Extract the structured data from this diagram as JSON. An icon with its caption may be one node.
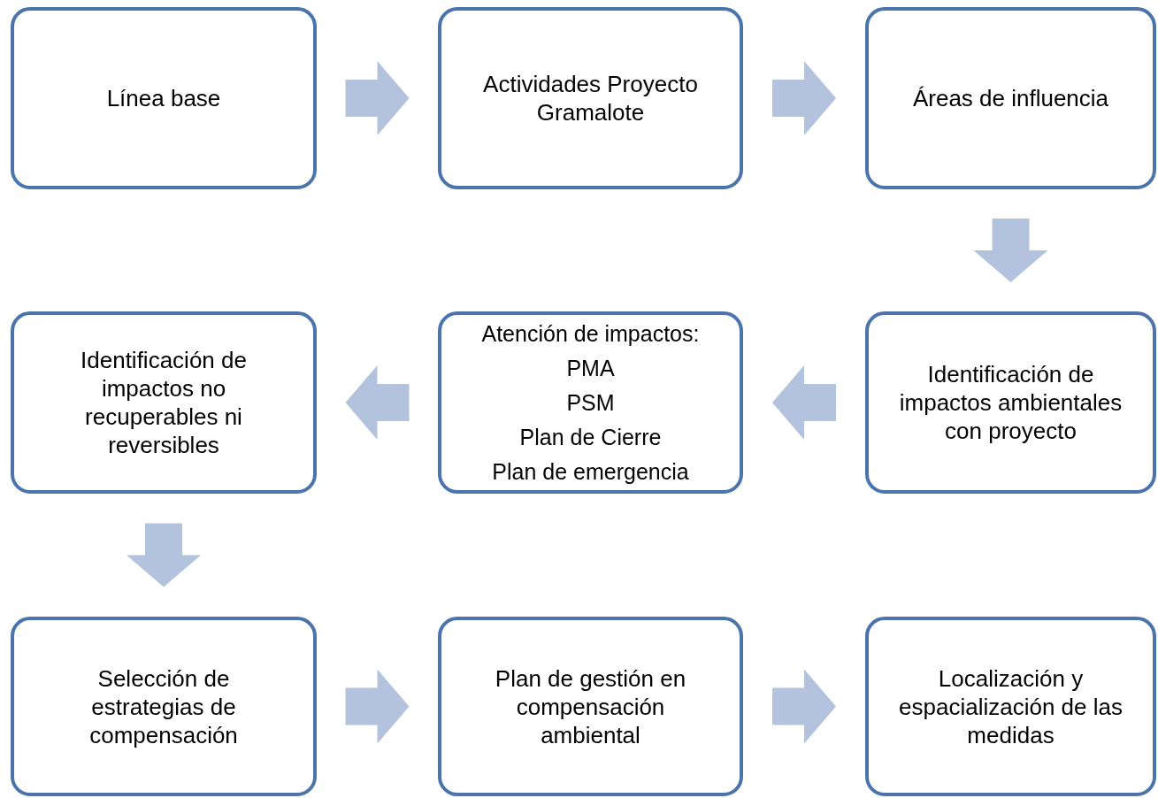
{
  "diagram": {
    "nodes": [
      {
        "text": [
          "Línea base"
        ]
      },
      {
        "text": [
          "Actividades Proyecto Gramalote"
        ]
      },
      {
        "text": [
          "Áreas de influencia"
        ]
      },
      {
        "text": [
          "Identificación de impactos no recuperables ni reversibles"
        ]
      },
      {
        "text": [
          "Atención de impactos:",
          "PMA",
          "PSM",
          "Plan de Cierre",
          "Plan de emergencia"
        ]
      },
      {
        "text": [
          "Identificación de impactos ambientales con proyecto"
        ]
      },
      {
        "text": [
          "Selección de estrategias de compensación"
        ]
      },
      {
        "text": [
          "Plan de gestión en compensación ambiental"
        ]
      },
      {
        "text": [
          "Localización y espacialización de las medidas"
        ]
      }
    ],
    "edges": [
      {
        "from": 0,
        "to": 1,
        "arrow": "to"
      },
      {
        "from": 1,
        "to": 2,
        "arrow": "to"
      },
      {
        "from": 2,
        "to": 5,
        "arrow": "to"
      },
      {
        "from": 5,
        "to": 4,
        "arrow": "to"
      },
      {
        "from": 4,
        "to": 3,
        "arrow": "to"
      },
      {
        "from": 3,
        "to": 6,
        "arrow": "to"
      },
      {
        "from": 6,
        "to": 7,
        "arrow": "to"
      },
      {
        "from": 7,
        "to": 8,
        "arrow": "to"
      }
    ]
  }
}
